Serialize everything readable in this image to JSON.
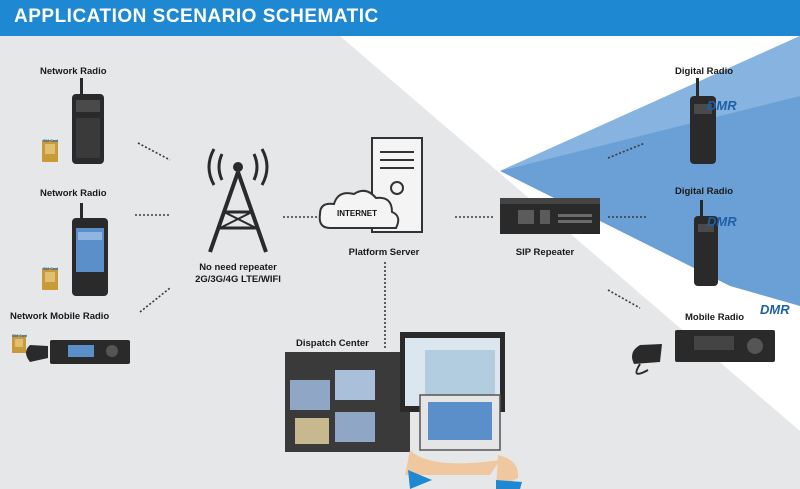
{
  "header": {
    "title": "APPLICATION SCENARIO SCHEMATIC"
  },
  "colors": {
    "header": "#1e88d2",
    "blue_area": "#6aa0d6",
    "grey_area": "#e6e7e9",
    "device": "#2a2a2a"
  },
  "left_devices": {
    "radio1": {
      "label": "Network Radio",
      "sim": "SIM Card"
    },
    "radio2": {
      "label": "Network Radio",
      "sim": "SIM Card"
    },
    "mobile": {
      "label": "Network Mobile Radio",
      "sim": "SIM Card"
    }
  },
  "tower": {
    "label_line1": "No need repeater",
    "label_line2": "2G/3G/4G LTE/WIFI",
    "icon": "cell-tower-icon"
  },
  "server": {
    "label": "Platform Server",
    "cloud_text": "INTERNET"
  },
  "repeater": {
    "label": "SIP Repeater"
  },
  "right_devices": {
    "digital1": {
      "label": "Digital Radio",
      "badge": "DMR"
    },
    "digital2": {
      "label": "Digital Radio",
      "badge": "DMR"
    },
    "mobile": {
      "label": "Mobile Radio",
      "badge": "DMR"
    }
  },
  "dispatch": {
    "label": "Dispatch Center"
  }
}
